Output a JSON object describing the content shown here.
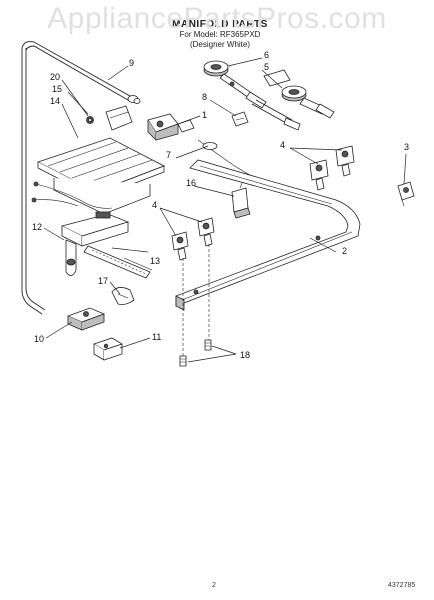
{
  "watermark": "AppliancePartsPros.com",
  "header": {
    "title": "MANIFOLD PARTS",
    "model_line": "For Model: RF365PXD",
    "variant_line": "(Designer White)"
  },
  "callouts": [
    "20",
    "15",
    "14",
    "9",
    "6",
    "5",
    "8",
    "1",
    "7",
    "4",
    "3",
    "16",
    "4",
    "12",
    "13",
    "17",
    "2",
    "10",
    "11",
    "18"
  ],
  "footer": {
    "page_number": "2",
    "document_code": "4372785"
  }
}
